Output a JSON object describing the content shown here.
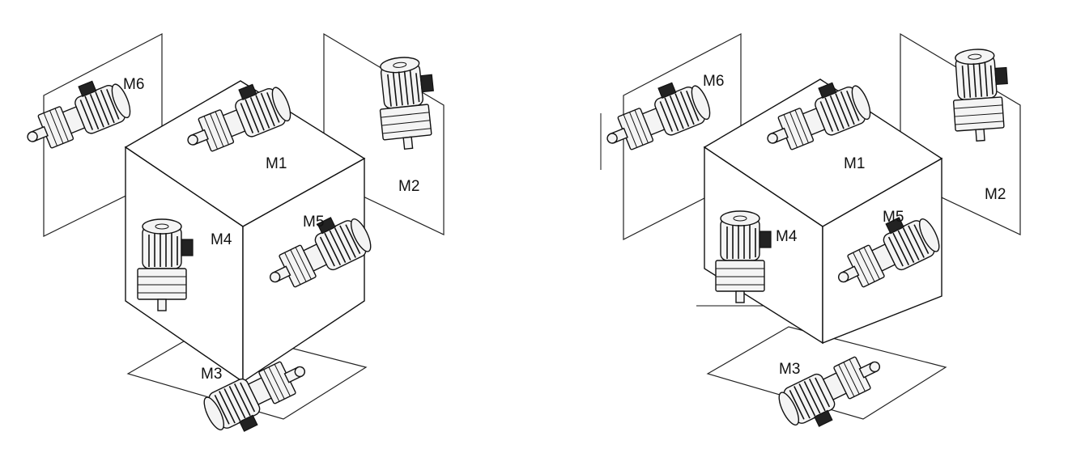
{
  "figures": [
    {
      "id": "left",
      "labels": {
        "m1": "M1",
        "m2": "M2",
        "m3": "M3",
        "m4": "M4",
        "m5": "M5",
        "m6": "M6"
      }
    },
    {
      "id": "right",
      "labels": {
        "m1": "M1",
        "m2": "M2",
        "m3": "M3",
        "m4": "M4",
        "m5": "M5",
        "m6": "M6"
      }
    }
  ]
}
